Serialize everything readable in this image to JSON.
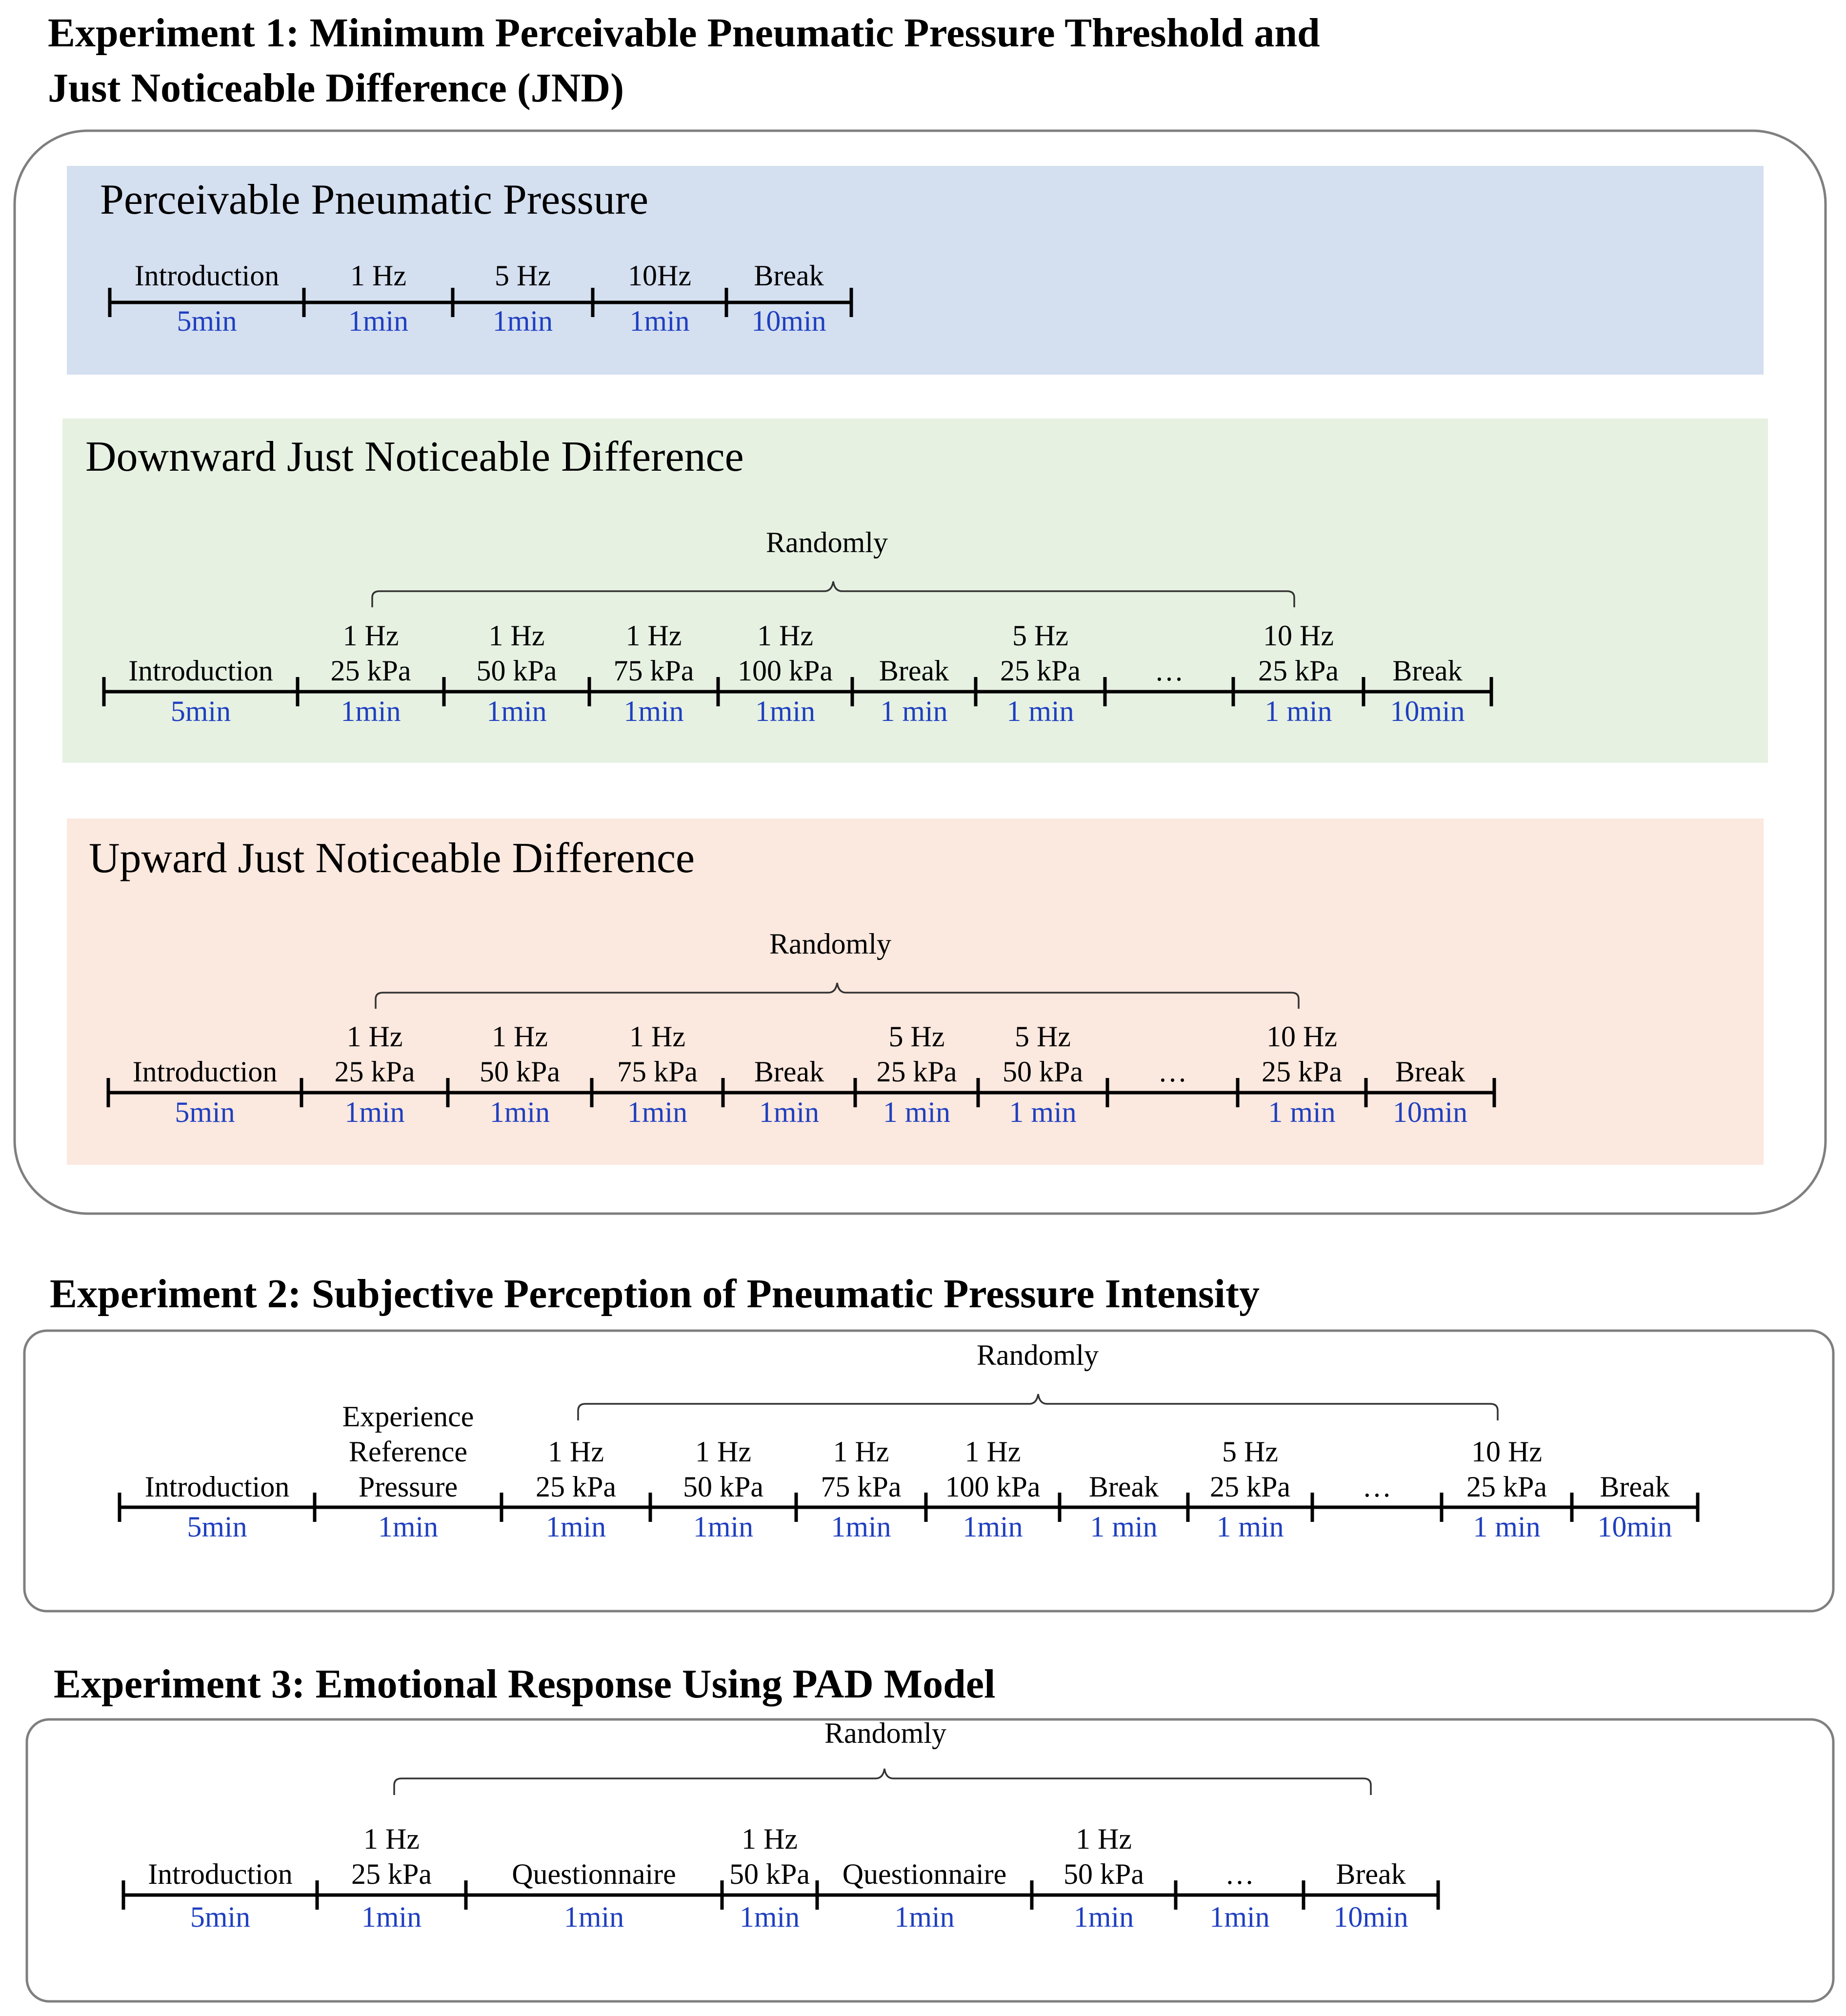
{
  "colors": {
    "panel_blue": "#d4dff0",
    "panel_green": "#e6f1e2",
    "panel_peach": "#fbe8de",
    "duration_text": "#1f3fbf",
    "outline": "#7f7f7f"
  },
  "experiment1": {
    "title_line1": "Experiment 1: Minimum Perceivable Pneumatic Pressure Threshold and",
    "title_line2": "Just Noticeable Difference (JND)",
    "perceivable": {
      "title": "Perceivable Pneumatic Pressure",
      "segments": [
        {
          "label": [
            "Introduction"
          ],
          "duration": "5min"
        },
        {
          "label": [
            "1 Hz"
          ],
          "duration": "1min"
        },
        {
          "label": [
            "5 Hz"
          ],
          "duration": "1min"
        },
        {
          "label": [
            "10Hz"
          ],
          "duration": "1min"
        },
        {
          "label": [
            "Break"
          ],
          "duration": "10min"
        }
      ]
    },
    "downward": {
      "title": "Downward Just Noticeable Difference",
      "randomly": "Randomly",
      "segments": [
        {
          "label": [
            "Introduction"
          ],
          "duration": "5min"
        },
        {
          "label": [
            "1 Hz",
            "25 kPa"
          ],
          "duration": "1min"
        },
        {
          "label": [
            "1 Hz",
            "50 kPa"
          ],
          "duration": "1min"
        },
        {
          "label": [
            "1 Hz",
            "75 kPa"
          ],
          "duration": "1min"
        },
        {
          "label": [
            "1 Hz",
            "100 kPa"
          ],
          "duration": "1min"
        },
        {
          "label": [
            "Break"
          ],
          "duration": "1 min"
        },
        {
          "label": [
            "5 Hz",
            "25 kPa"
          ],
          "duration": "1 min"
        },
        {
          "label": [
            "…"
          ],
          "duration": ""
        },
        {
          "label": [
            "10 Hz",
            "25 kPa"
          ],
          "duration": "1 min"
        },
        {
          "label": [
            "Break"
          ],
          "duration": "10min"
        }
      ]
    },
    "upward": {
      "title": "Upward Just Noticeable Difference",
      "randomly": "Randomly",
      "segments": [
        {
          "label": [
            "Introduction"
          ],
          "duration": "5min"
        },
        {
          "label": [
            "1 Hz",
            "25 kPa"
          ],
          "duration": "1min"
        },
        {
          "label": [
            "1 Hz",
            "50 kPa"
          ],
          "duration": "1min"
        },
        {
          "label": [
            "1 Hz",
            "75 kPa"
          ],
          "duration": "1min"
        },
        {
          "label": [
            "Break"
          ],
          "duration": "1min"
        },
        {
          "label": [
            "5 Hz",
            "25 kPa"
          ],
          "duration": "1 min"
        },
        {
          "label": [
            "5 Hz",
            "50 kPa"
          ],
          "duration": "1 min"
        },
        {
          "label": [
            "…"
          ],
          "duration": ""
        },
        {
          "label": [
            "10 Hz",
            "25 kPa"
          ],
          "duration": "1 min"
        },
        {
          "label": [
            "Break"
          ],
          "duration": "10min"
        }
      ]
    }
  },
  "experiment2": {
    "title": "Experiment 2: Subjective Perception of Pneumatic Pressure Intensity",
    "randomly": "Randomly",
    "segments": [
      {
        "label": [
          "Introduction"
        ],
        "duration": "5min"
      },
      {
        "label": [
          "Experience",
          "Reference",
          "Pressure"
        ],
        "duration": "1min"
      },
      {
        "label": [
          "1 Hz",
          "25 kPa"
        ],
        "duration": "1min"
      },
      {
        "label": [
          "1 Hz",
          "50 kPa"
        ],
        "duration": "1min"
      },
      {
        "label": [
          "1 Hz",
          "75 kPa"
        ],
        "duration": "1min"
      },
      {
        "label": [
          "1 Hz",
          "100 kPa"
        ],
        "duration": "1min"
      },
      {
        "label": [
          "Break"
        ],
        "duration": "1 min"
      },
      {
        "label": [
          "5 Hz",
          "25 kPa"
        ],
        "duration": "1 min"
      },
      {
        "label": [
          "…"
        ],
        "duration": ""
      },
      {
        "label": [
          "10 Hz",
          "25 kPa"
        ],
        "duration": "1 min"
      },
      {
        "label": [
          "Break"
        ],
        "duration": "10min"
      }
    ]
  },
  "experiment3": {
    "title": "Experiment 3: Emotional Response Using PAD Model",
    "randomly": "Randomly",
    "segments": [
      {
        "label": [
          "Introduction"
        ],
        "duration": "5min"
      },
      {
        "label": [
          "1 Hz",
          "25 kPa"
        ],
        "duration": "1min"
      },
      {
        "label": [
          "Questionnaire"
        ],
        "duration": "1min"
      },
      {
        "label": [
          "1 Hz",
          "50 kPa"
        ],
        "duration": "1min"
      },
      {
        "label": [
          "Questionnaire"
        ],
        "duration": "1min"
      },
      {
        "label": [
          "1 Hz",
          "50 kPa"
        ],
        "duration": "1min"
      },
      {
        "label": [
          "…"
        ],
        "duration": "1min"
      },
      {
        "label": [
          "Break"
        ],
        "duration": "10min"
      }
    ]
  }
}
